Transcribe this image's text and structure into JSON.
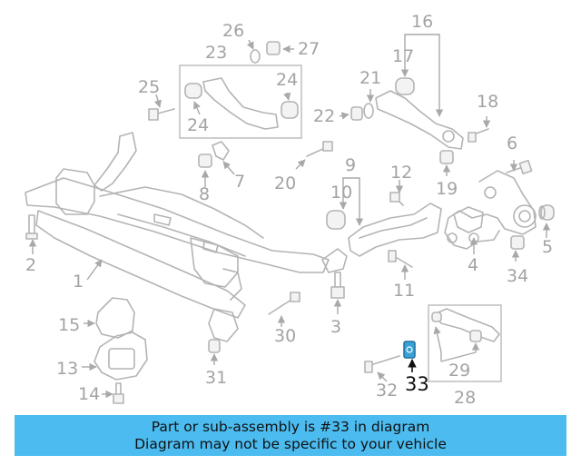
{
  "callouts": {
    "n1": "1",
    "n2": "2",
    "n3": "3",
    "n4": "4",
    "n5": "5",
    "n6": "6",
    "n7": "7",
    "n8": "8",
    "n9": "9",
    "n10": "10",
    "n11": "11",
    "n12": "12",
    "n13": "13",
    "n14": "14",
    "n15": "15",
    "n16": "16",
    "n17": "17",
    "n18": "18",
    "n19": "19",
    "n20": "20",
    "n21": "21",
    "n22": "22",
    "n23": "23",
    "n24a": "24",
    "n24b": "24",
    "n25": "25",
    "n26": "26",
    "n27": "27",
    "n28": "28",
    "n29": "29",
    "n30": "30",
    "n31": "31",
    "n32": "32",
    "n33": "33",
    "n34": "34"
  },
  "highlight": {
    "part_number": "33",
    "color": "#3aa0d8"
  },
  "banner": {
    "line1": "Part or sub-assembly is #33 in diagram",
    "line2": "Diagram may not be specific to your vehicle",
    "background": "#4cbcf0"
  }
}
